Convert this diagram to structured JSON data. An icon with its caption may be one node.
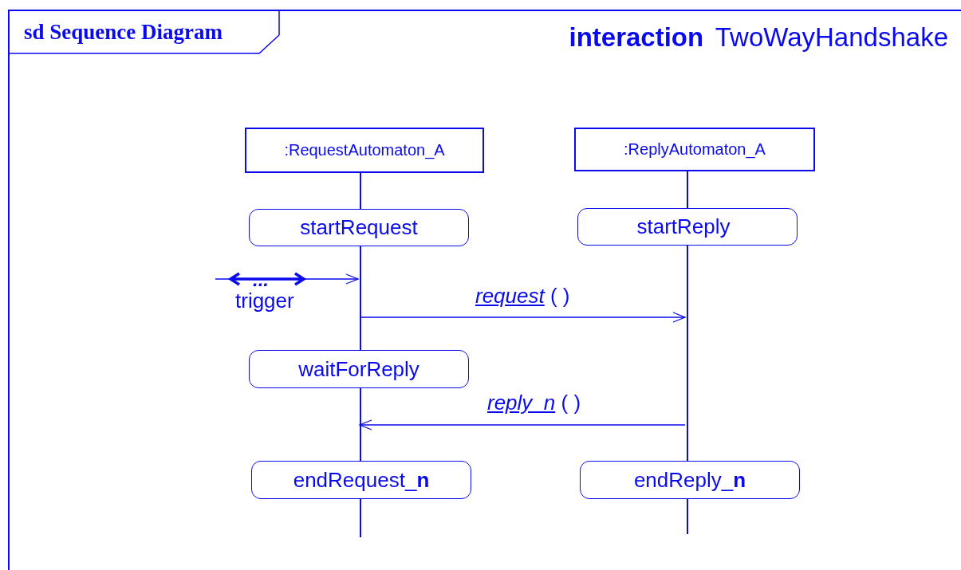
{
  "diagram": {
    "title": "**interaction** TwoWayHandshake",
    "nodes": [
      {
        "text": [
          "sd Sequence Diagram"
        ]
      },
      {
        "text": [
          ":RequestAutomaton_A"
        ],
        "in": 0
      },
      {
        "text": [
          ":ReplyAutomaton_A"
        ],
        "in": 0
      },
      {
        "text": [],
        "shape": "bar",
        "in": 0
      },
      {
        "text": [],
        "shape": "bar",
        "in": 0
      },
      {
        "text": [
          "startRequest"
        ],
        "in": 0
      },
      {
        "text": [
          "startReply"
        ],
        "in": 0
      },
      {
        "text": [
          "waitForReply"
        ],
        "in": 0
      },
      {
        "text": [
          "endRequest_**n**"
        ],
        "in": 0
      },
      {
        "text": [
          "endReply_**n**"
        ],
        "in": 0
      }
    ],
    "edges": [
      {
        "from": null,
        "to": 3,
        "arrow": "to",
        "label": "trigger"
      },
      {
        "from": 3,
        "to": 4,
        "arrow": "to",
        "label": "*request* ( )"
      },
      {
        "from": 4,
        "to": 3,
        "arrow": "to",
        "label": "*reply_n* ( )"
      }
    ],
    "labels": [
      "..."
    ]
  }
}
